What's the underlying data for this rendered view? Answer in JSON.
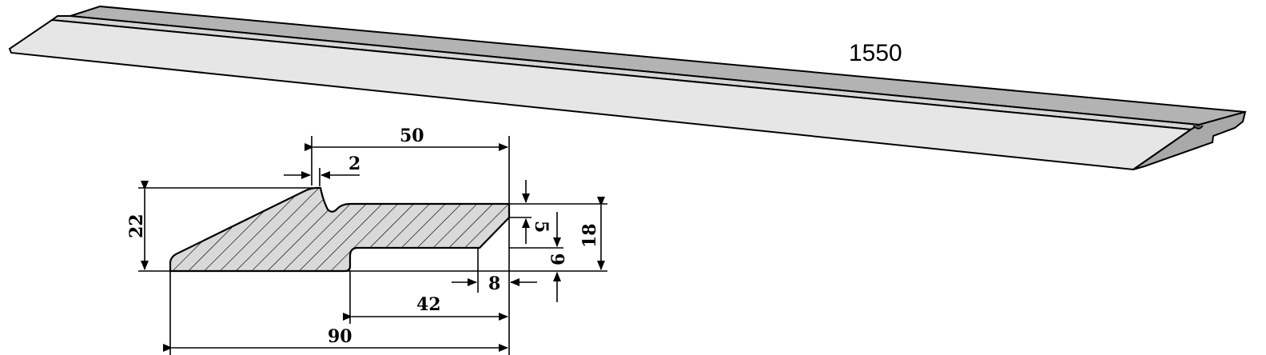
{
  "drawing": {
    "length_label": "1550",
    "dimensions": {
      "width_total": "90",
      "top_flat": "50",
      "ridge": "2",
      "height_total": "22",
      "thickness": "18",
      "chamfer_height": "5",
      "step_height": "6",
      "chamfer_width": "8",
      "step_width": "42"
    },
    "colors": {
      "top_face": "#b3b3b3",
      "front_face": "#e6e6e6",
      "strip": "#d6d6d6",
      "end_cap": "#a9a9a9",
      "profile_fill": "#d9d9d9"
    }
  }
}
